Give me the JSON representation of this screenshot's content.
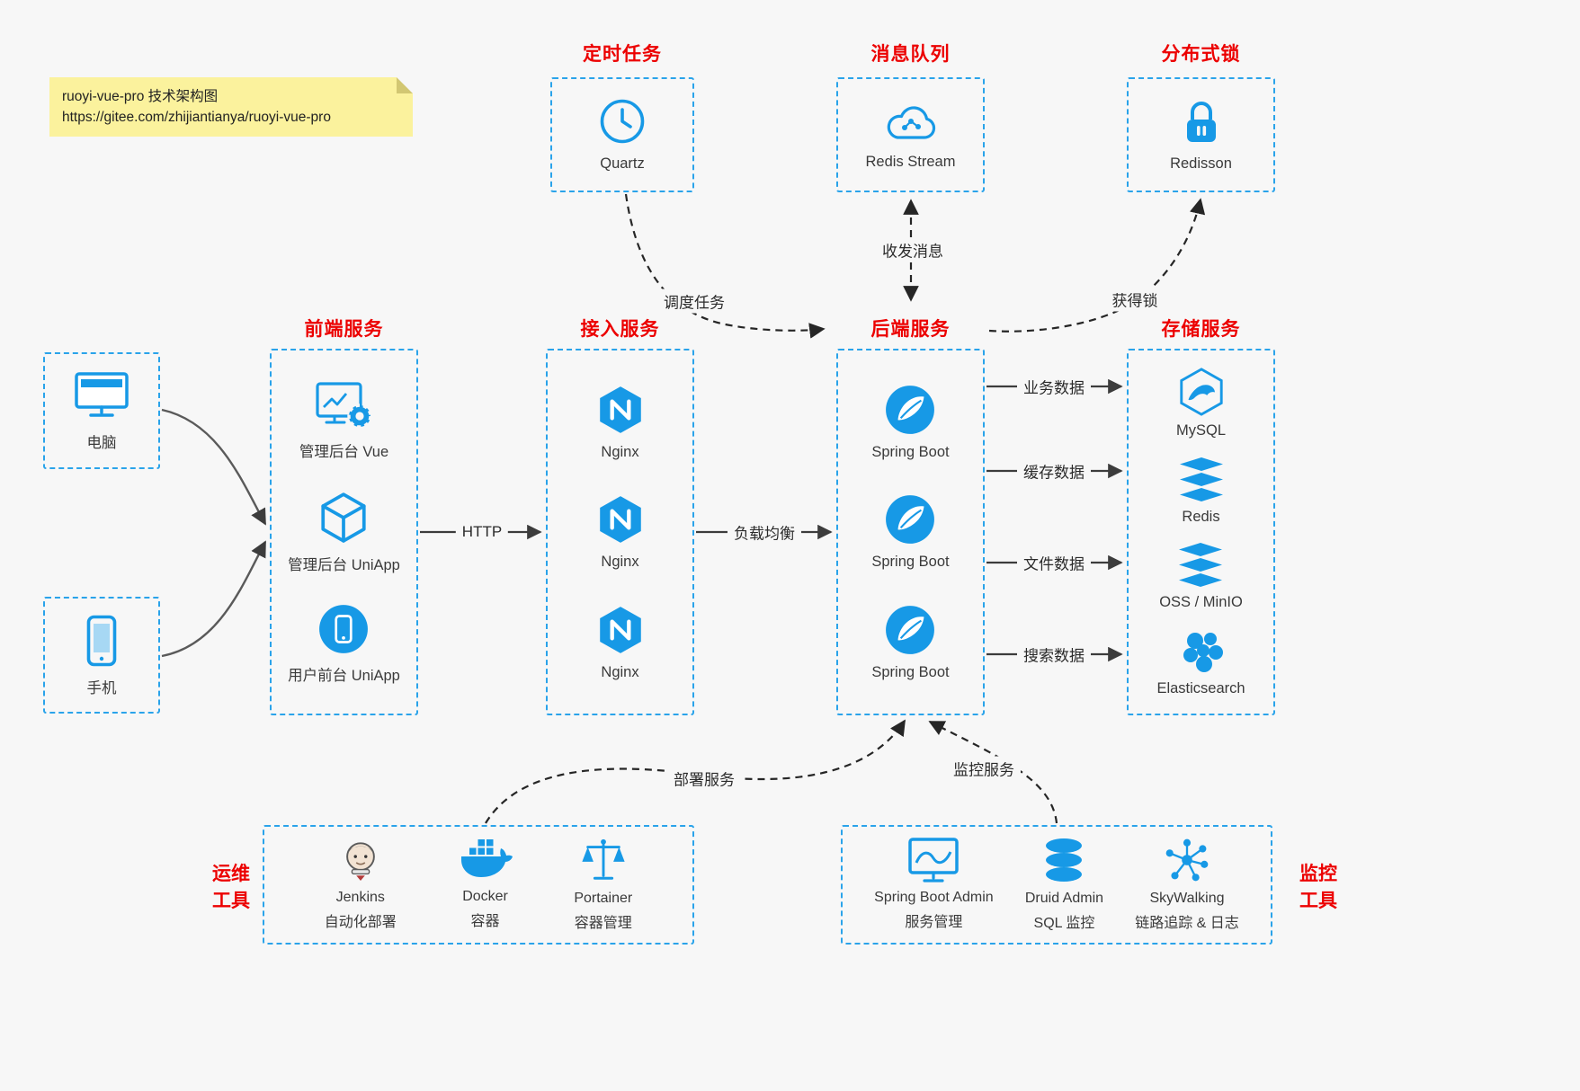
{
  "colors": {
    "accent_blue": "#1799e6",
    "dashed_border_blue": "#2aa3ea",
    "title_red": "#ec0000",
    "note_yellow": "#fbf29d",
    "arrow_gray": "#555555",
    "arrow_dark": "#262626",
    "background": "#f7f7f7"
  },
  "note": {
    "line1": "ruoyi-vue-pro 技术架构图",
    "line2": "https://gitee.com/zhijiantianya/ruoyi-vue-pro"
  },
  "top": [
    {
      "title": "定时任务",
      "label": "Quartz",
      "icon": "clock-icon"
    },
    {
      "title": "消息队列",
      "label": "Redis Stream",
      "icon": "cloud-network-icon"
    },
    {
      "title": "分布式锁",
      "label": "Redisson",
      "icon": "lock-icon"
    }
  ],
  "clients": [
    {
      "label": "电脑",
      "icon": "computer-icon"
    },
    {
      "label": "手机",
      "icon": "phone-icon"
    }
  ],
  "frontend": {
    "title": "前端服务",
    "items": [
      {
        "label": "管理后台 Vue",
        "icon": "admin-monitor-gear-icon"
      },
      {
        "label": "管理后台 UniApp",
        "icon": "cube-icon"
      },
      {
        "label": "用户前台 UniApp",
        "icon": "mobile-circle-icon"
      }
    ]
  },
  "access": {
    "title": "接入服务",
    "items": [
      {
        "label": "Nginx",
        "icon": "nginx-icon"
      },
      {
        "label": "Nginx",
        "icon": "nginx-icon"
      },
      {
        "label": "Nginx",
        "icon": "nginx-icon"
      }
    ]
  },
  "backend": {
    "title": "后端服务",
    "items": [
      {
        "label": "Spring Boot",
        "icon": "spring-icon"
      },
      {
        "label": "Spring Boot",
        "icon": "spring-icon"
      },
      {
        "label": "Spring Boot",
        "icon": "spring-icon"
      }
    ]
  },
  "storage": {
    "title": "存储服务",
    "items": [
      {
        "label": "MySQL",
        "icon": "mysql-icon"
      },
      {
        "label": "Redis",
        "icon": "redis-stack-icon"
      },
      {
        "label": "OSS / MinIO",
        "icon": "storage-stack-icon"
      },
      {
        "label": "Elasticsearch",
        "icon": "elasticsearch-icon"
      }
    ]
  },
  "edges": {
    "http": "HTTP",
    "load_balance": "负载均衡",
    "business_data": "业务数据",
    "cache_data": "缓存数据",
    "file_data": "文件数据",
    "search_data": "搜索数据",
    "schedule": "调度任务",
    "messaging": "收发消息",
    "lock": "获得锁",
    "deploy": "部署服务",
    "monitor": "监控服务"
  },
  "ops": {
    "side_line1": "运维",
    "side_line2": "工具",
    "items": [
      {
        "line1": "Jenkins",
        "line2": "自动化部署",
        "icon": "jenkins-icon"
      },
      {
        "line1": "Docker",
        "line2": "容器",
        "icon": "docker-icon"
      },
      {
        "line1": "Portainer",
        "line2": "容器管理",
        "icon": "scales-icon"
      }
    ]
  },
  "monitoring": {
    "side_line1": "监控",
    "side_line2": "工具",
    "items": [
      {
        "line1": "Spring Boot Admin",
        "line2": "服务管理",
        "icon": "monitor-chart-icon"
      },
      {
        "line1": "Druid Admin",
        "line2": "SQL 监控",
        "icon": "database-icon"
      },
      {
        "line1": "SkyWalking",
        "line2": "链路追踪 & 日志",
        "icon": "network-nodes-icon"
      }
    ]
  }
}
